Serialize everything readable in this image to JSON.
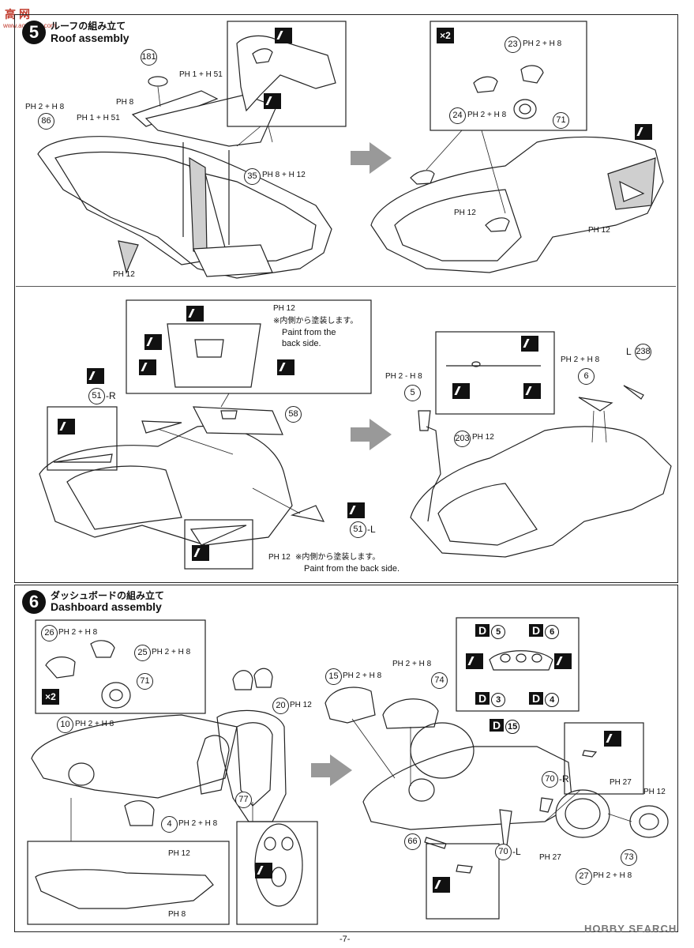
{
  "watermark": {
    "line1": "高",
    "line2": "网",
    "url": "www.aoshima.com"
  },
  "step5": {
    "number": "5",
    "title_jp": "ルーフの組み立て",
    "title_en": "Roof assembly",
    "parts": {
      "p181": "181",
      "p86": "86",
      "p35": "35",
      "p23": "23",
      "p24": "24",
      "p71": "71",
      "p51r": "51",
      "p51l": "51",
      "p58": "58",
      "p5": "5",
      "p6": "6",
      "p203": "203",
      "p238": "238"
    },
    "paints": {
      "a": "PH 1 + H 51",
      "b": "PH 8",
      "c": "PH 2 + H 8",
      "d": "PH 1 + H 51",
      "e": "PH 12",
      "f": "PH 8 + H 12",
      "g": "PH 2 + H 8",
      "h": "PH 2 + H 8",
      "i": "PH 12",
      "j": "PH 12",
      "k": "PH 12",
      "l": "PH 2 - H 8",
      "m": "PH 2 + H 8",
      "n": "PH 12",
      "o": "PH 12"
    },
    "suffix_r": "-R",
    "suffix_l": "-L",
    "prefix_l": "L",
    "x2": "×2",
    "note_top_jp": "※内側から塗装します。",
    "note_top_en1": "Paint from the",
    "note_top_en2": "back side.",
    "note_bottom_jp": "※内側から塗装します。",
    "note_bottom_en": "Paint from the back side."
  },
  "step6": {
    "number": "6",
    "title_jp": "ダッシュボードの組み立て",
    "title_en": "Dashboard assembly",
    "parts": {
      "p26": "26",
      "p25": "25",
      "p71": "71",
      "p10": "10",
      "p20": "20",
      "p4": "4",
      "p77": "77",
      "p15": "15",
      "p74": "74",
      "p66": "66",
      "p70r": "70",
      "p70l": "70",
      "p27": "27",
      "p73": "73"
    },
    "paints": {
      "a": "PH 2 + H 8",
      "b": "PH 2 + H 8",
      "c": "PH 2 + H 8",
      "d": "PH 12",
      "e": "PH 2 + H 8",
      "f": "PH 12",
      "g": "PH 8",
      "h": "PH 2 + H 8",
      "i": "PH 2 + H 8",
      "j": "PH 27",
      "k": "PH 27",
      "l": "PH 12",
      "m": "PH 2 + H 8"
    },
    "decals": {
      "d5": "5",
      "d6": "6",
      "d3": "3",
      "d4": "4",
      "d15": "15",
      "prefix": "D"
    },
    "suffix_r": "-R",
    "suffix_l": "-L",
    "x2": "×2"
  },
  "footer": {
    "page": "-7-",
    "brand": "HOBBY SEARCH"
  }
}
